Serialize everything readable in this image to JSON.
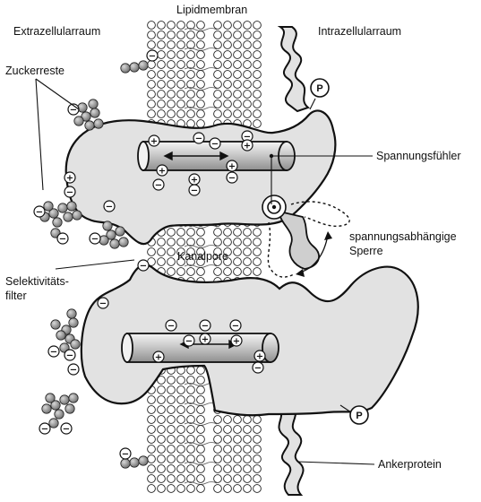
{
  "labels": {
    "membrane": "Lipidmembran",
    "extracellular": "Extrazellularraum",
    "intracellular": "Intrazellularraum",
    "sugar": "Zuckerreste",
    "voltage_sensor": "Spannungsfühler",
    "gate_line1": "spannungsabhängige",
    "gate_line2": "Sperre",
    "pore": "Kanalpore",
    "filter_line1": "Selektivitäts-",
    "filter_line2": "filter",
    "anchor": "Ankerprotein",
    "phosphate": "P",
    "plus": "+",
    "minus": "−"
  },
  "colors": {
    "protein": "#e2e2e2",
    "outline": "#111111",
    "sugar": "#8a8a8a",
    "cylinder": "#d4d4d4"
  }
}
